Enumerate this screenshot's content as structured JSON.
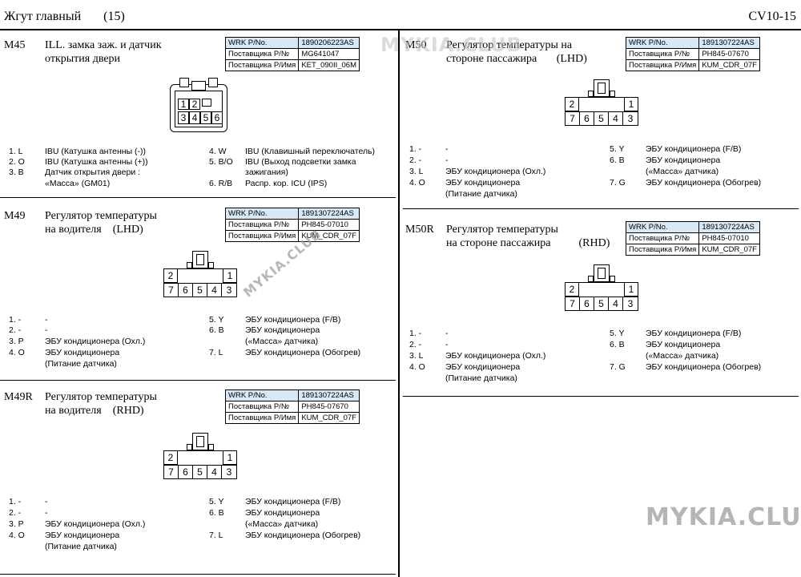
{
  "header": {
    "title": "Жгут главный",
    "page": "(15)",
    "code": "CV10-15"
  },
  "watermarks": {
    "top": "MYKIA.CLUB",
    "diag": "MYKIA.CLUB",
    "corner": "MYKIA.CLUB"
  },
  "spec_keys": [
    "WRK P/No.",
    "Поставщика P/№",
    "Поставщика P/Имя"
  ],
  "m45": {
    "code": "M45",
    "title1": "ILL. замка заж. и датчик",
    "title2": "открытия двери",
    "spec": [
      "1890206223AS",
      "MG641047",
      "KET_090II_06M"
    ],
    "pins_top": [
      "1",
      "2"
    ],
    "pins_bottom": [
      "3",
      "4",
      "5",
      "6"
    ],
    "left": [
      {
        "n": "1. L",
        "d": "IBU (Катушка антенны (-))"
      },
      {
        "n": "2. O",
        "d": "IBU (Катушка антенны (+))"
      },
      {
        "n": "3. B",
        "d": "Датчик открытия двери :"
      },
      {
        "n": "",
        "d": "«Масса» (GM01)"
      }
    ],
    "right": [
      {
        "n": "4. W",
        "d": "IBU (Клавишный переключатель)"
      },
      {
        "n": "5. B/O",
        "d": "IBU (Выход подсветки замка"
      },
      {
        "n": "",
        "d": "зажигания)"
      },
      {
        "n": "6. R/B",
        "d": "Распр. кор. ICU (IPS)"
      }
    ]
  },
  "m49": {
    "code": "M49",
    "title1": "Регулятор температуры",
    "title2": "на водителя",
    "variant": "(LHD)",
    "spec": [
      "1891307224AS",
      "PH845-07010",
      "KUM_CDR_07F"
    ],
    "pins_top": [
      "2",
      "1"
    ],
    "pins_bottom": [
      "7",
      "6",
      "5",
      "4",
      "3"
    ],
    "left": [
      {
        "n": "1. -",
        "d": "-"
      },
      {
        "n": "2. -",
        "d": "-"
      },
      {
        "n": "3. P",
        "d": "ЭБУ кондиционера (Охл.)"
      },
      {
        "n": "4. O",
        "d": "ЭБУ кондиционера"
      },
      {
        "n": "",
        "d": "(Питание датчика)"
      }
    ],
    "right": [
      {
        "n": "5. Y",
        "d": "ЭБУ кондиционера (F/B)"
      },
      {
        "n": "6. B",
        "d": "ЭБУ кондиционера"
      },
      {
        "n": "",
        "d": "(«Масса» датчика)"
      },
      {
        "n": "7. L",
        "d": "ЭБУ кондиционера (Обогрев)"
      }
    ]
  },
  "m49r": {
    "code": "M49R",
    "title1": "Регулятор температуры",
    "title2": "на водителя",
    "variant": "(RHD)",
    "spec": [
      "1891307224AS",
      "PH845-07670",
      "KUM_CDR_07F"
    ],
    "pins_top": [
      "2",
      "1"
    ],
    "pins_bottom": [
      "7",
      "6",
      "5",
      "4",
      "3"
    ],
    "left": [
      {
        "n": "1. -",
        "d": "-"
      },
      {
        "n": "2. -",
        "d": "-"
      },
      {
        "n": "3. P",
        "d": "ЭБУ кондиционера (Охл.)"
      },
      {
        "n": "4. O",
        "d": "ЭБУ кондиционера"
      },
      {
        "n": "",
        "d": "(Питание датчика)"
      }
    ],
    "right": [
      {
        "n": "5. Y",
        "d": "ЭБУ кондиционера (F/B)"
      },
      {
        "n": "6. B",
        "d": "ЭБУ кондиционера"
      },
      {
        "n": "",
        "d": "(«Масса» датчика)"
      },
      {
        "n": "7. L",
        "d": "ЭБУ кондиционера (Обогрев)"
      }
    ]
  },
  "m50": {
    "code": "M50",
    "title1": "Регулятор температуры на",
    "title2": "стороне пассажира",
    "variant": "(LHD)",
    "spec": [
      "1891307224AS",
      "PH845-07670",
      "KUM_CDR_07F"
    ],
    "pins_top": [
      "2",
      "1"
    ],
    "pins_bottom": [
      "7",
      "6",
      "5",
      "4",
      "3"
    ],
    "left": [
      {
        "n": "1. -",
        "d": "-"
      },
      {
        "n": "2. -",
        "d": "-"
      },
      {
        "n": "3. L",
        "d": "ЭБУ кондиционера (Охл.)"
      },
      {
        "n": "4. O",
        "d": "ЭБУ кондиционера"
      },
      {
        "n": "",
        "d": "(Питание датчика)"
      }
    ],
    "right": [
      {
        "n": "5. Y",
        "d": "ЭБУ кондиционера (F/B)"
      },
      {
        "n": "6. B",
        "d": "ЭБУ кондиционера"
      },
      {
        "n": "",
        "d": "(«Масса» датчика)"
      },
      {
        "n": "7. G",
        "d": "ЭБУ кондиционера (Обогрев)"
      }
    ]
  },
  "m50r": {
    "code": "M50R",
    "title1": "Регулятор температуры",
    "title2": "на стороне пассажира",
    "variant": "(RHD)",
    "spec": [
      "1891307224AS",
      "PH845-07010",
      "KUM_CDR_07F"
    ],
    "pins_top": [
      "2",
      "1"
    ],
    "pins_bottom": [
      "7",
      "6",
      "5",
      "4",
      "3"
    ],
    "left": [
      {
        "n": "1. -",
        "d": "-"
      },
      {
        "n": "2. -",
        "d": "-"
      },
      {
        "n": "3. L",
        "d": "ЭБУ кондиционера (Охл.)"
      },
      {
        "n": "4. O",
        "d": "ЭБУ кондиционера"
      },
      {
        "n": "",
        "d": "(Питание датчика)"
      }
    ],
    "right": [
      {
        "n": "5. Y",
        "d": "ЭБУ кондиционера (F/B)"
      },
      {
        "n": "6. B",
        "d": "ЭБУ кондиционера"
      },
      {
        "n": "",
        "d": "(«Масса» датчика)"
      },
      {
        "n": "7. G",
        "d": "ЭБУ кондиционера (Обогрев)"
      }
    ]
  }
}
